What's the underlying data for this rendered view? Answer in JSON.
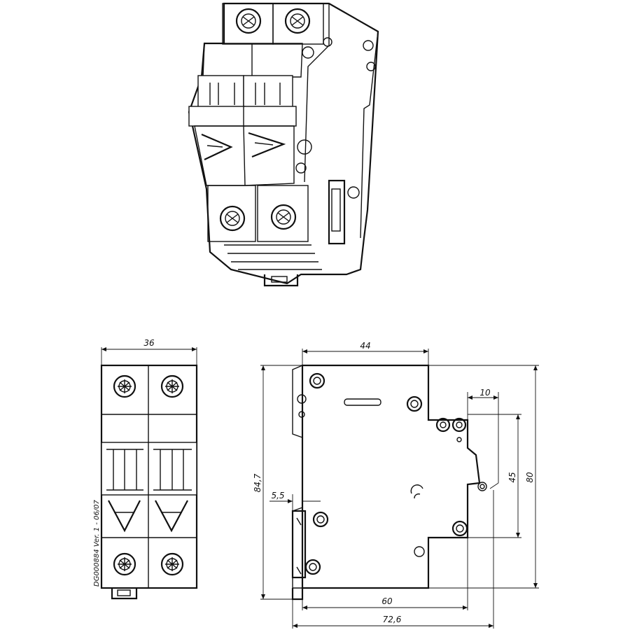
{
  "dimensions": {
    "front_width": "36",
    "side_depth_top": "44",
    "total_height": "84,7",
    "rail_height": "80",
    "front_height": "45",
    "step_width": "10",
    "rail_offset": "5,5",
    "body_depth": "60",
    "total_depth": "72,6"
  },
  "document_reference": "DG000884 Ver. 1 - 06/07"
}
